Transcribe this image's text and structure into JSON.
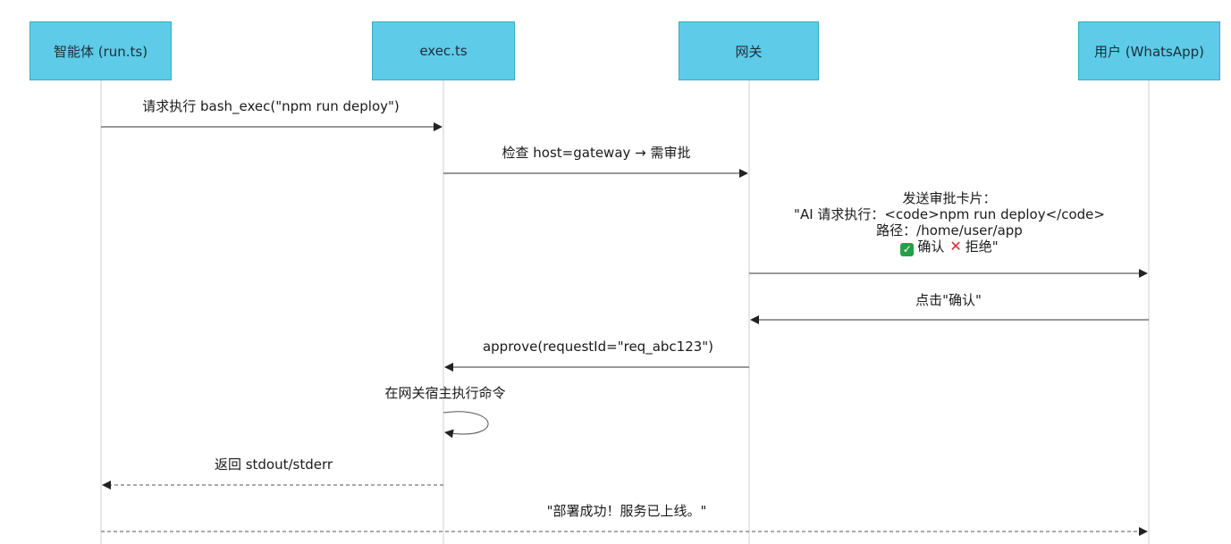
{
  "participants": [
    {
      "label": "智能体 (run.ts)"
    },
    {
      "label": "exec.ts"
    },
    {
      "label": "网关"
    },
    {
      "label": "用户 (WhatsApp)"
    }
  ],
  "messages": {
    "m1": "请求执行 bash_exec(\"npm run deploy\")",
    "m2": "检查 host=gateway → 需审批",
    "m3": {
      "line1": "发送审批卡片：",
      "line2": "\"AI 请求执行：<code>npm run deploy</code>",
      "line3": "路径：/home/user/app",
      "confirm": "确认",
      "reject": "拒绝\""
    },
    "m4": "点击\"确认\"",
    "m5": "approve(requestId=\"req_abc123\")",
    "m6": "在网关宿主执行命令",
    "m7": "返回 stdout/stderr",
    "m8": "\"部署成功！服务已上线。\""
  },
  "icons": {
    "confirm_icon": "check-mark-icon",
    "reject_icon": "cross-mark-icon"
  },
  "colors": {
    "participant_fill": "#5ecbe8",
    "participant_border": "#3aa9c7",
    "lifeline": "#cfcfcf",
    "arrow": "#333333",
    "confirm_green": "#21a047",
    "reject_red": "#d6283b"
  }
}
